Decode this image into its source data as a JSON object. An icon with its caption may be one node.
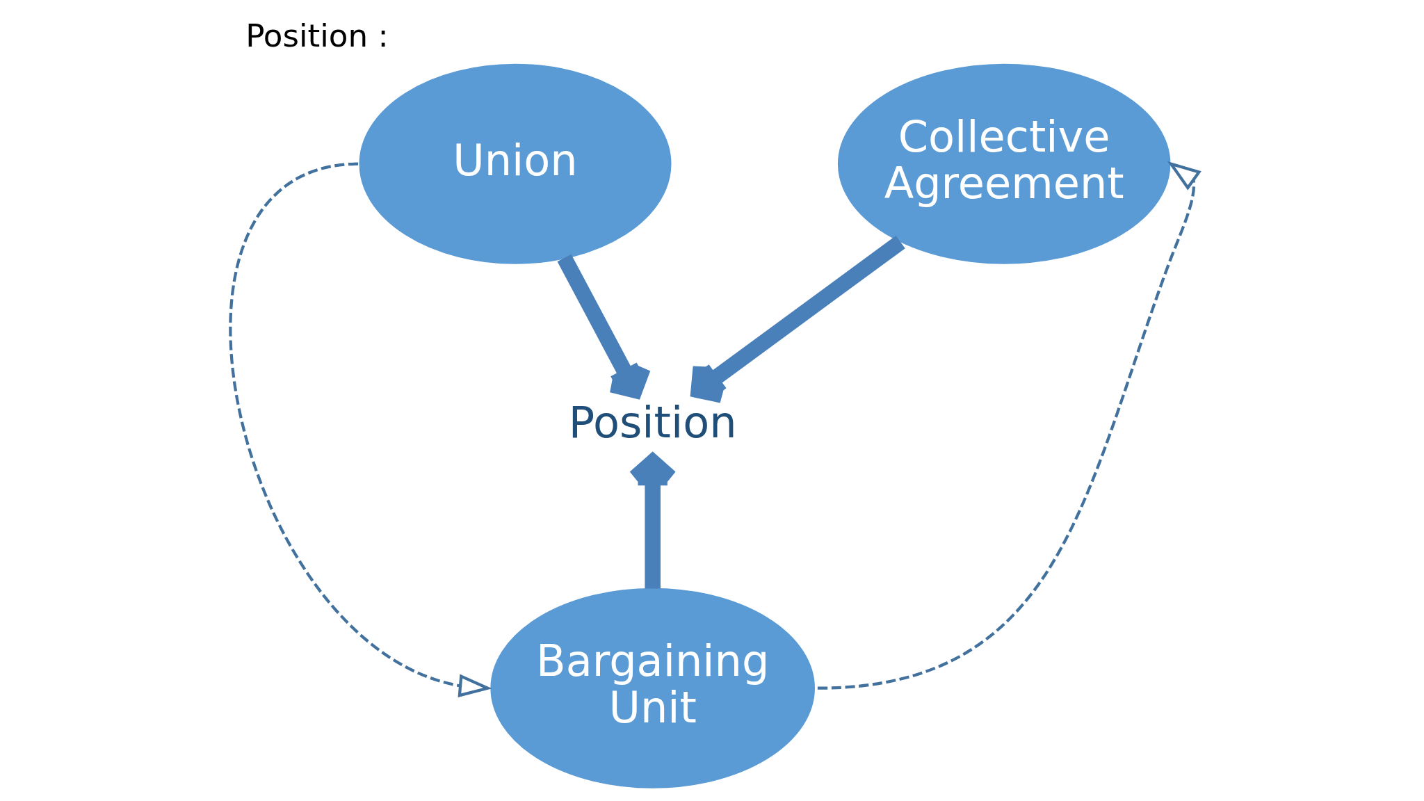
{
  "diagram": {
    "title": "Position :",
    "nodes": [
      {
        "text": [
          "Union"
        ]
      },
      {
        "text": [
          "Collective Agreement"
        ]
      },
      {
        "text": [
          "Position"
        ]
      },
      {
        "text": [
          "Bargaining Unit"
        ]
      }
    ],
    "edges": [
      {
        "from": 0,
        "to": 2,
        "arrow": "to"
      },
      {
        "from": 1,
        "to": 2,
        "arrow": "to"
      },
      {
        "from": 3,
        "to": 2,
        "arrow": "to"
      },
      {
        "from": 0,
        "to": 3,
        "arrow": "to",
        "style": "dashed"
      },
      {
        "from": 3,
        "to": 1,
        "arrow": "to",
        "style": "dashed"
      }
    ]
  }
}
